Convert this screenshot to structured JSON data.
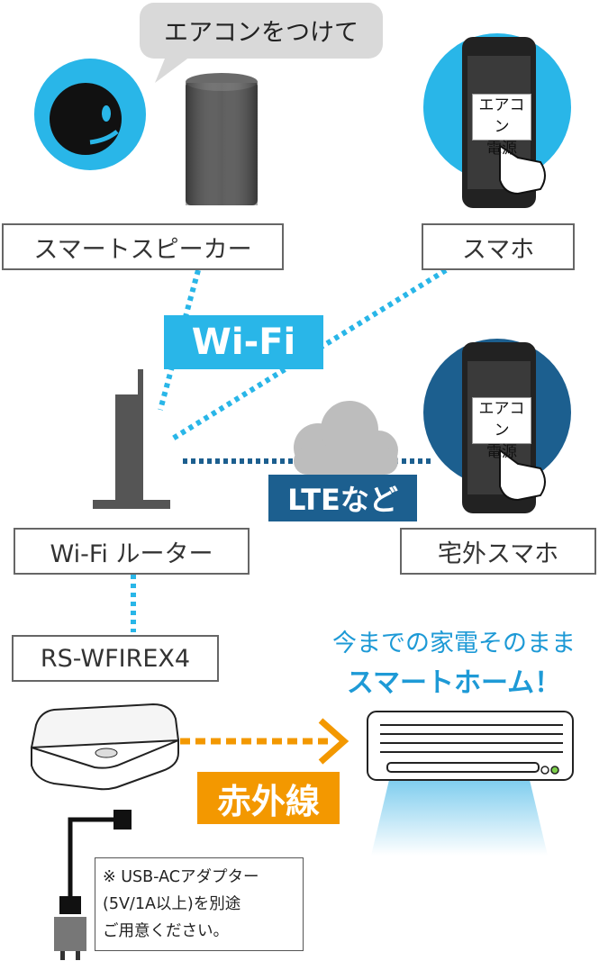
{
  "speech_bubble": "エアコンをつけて",
  "labels": {
    "smart_speaker": "スマートスピーカー",
    "smartphone": "スマホ",
    "wifi_router": "Wi-Fi ルーター",
    "remote_phone": "宅外スマホ",
    "device": "RS-WFIREX4"
  },
  "tags": {
    "wifi": "Wi-Fi",
    "lte": "LTEなど",
    "infrared": "赤外線"
  },
  "phone_screen": {
    "line1": "エアコン",
    "line2": "電源"
  },
  "headline": {
    "line1": "今までの家電そのまま",
    "line2": "スマートホーム！"
  },
  "note": {
    "line1": "※ USB-ACアダプター",
    "line2": "(5V/1A以上)を別途",
    "line3": "ご用意ください。"
  },
  "colors": {
    "wifi_blue": "#29b6e8",
    "lte_navy": "#1c5f8f",
    "orange": "#f39800",
    "headline_blue": "#1e9ad6"
  }
}
